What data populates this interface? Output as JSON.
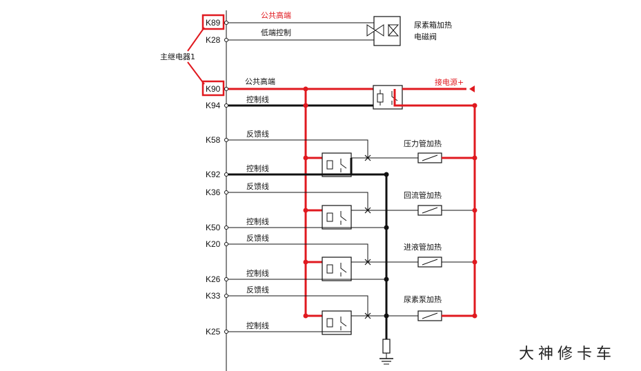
{
  "pins": {
    "k89": "K89",
    "k28": "K28",
    "k90": "K90",
    "k94": "K94",
    "k58": "K58",
    "k92": "K92",
    "k36": "K36",
    "k50": "K50",
    "k20": "K20",
    "k26": "K26",
    "k33": "K33",
    "k25": "K25"
  },
  "labels": {
    "main_relay": "主继电器1",
    "common_high_top": "公共高端",
    "low_side_control": "低端控制",
    "urea_tank_valve_1": "尿素箱加热",
    "urea_tank_valve_2": "电磁阀",
    "common_high": "公共高端",
    "battery_plus": "接电源+",
    "control_line_1": "控制线",
    "feedback_line_1": "反馈线",
    "control_line_2": "控制线",
    "feedback_line_2": "反馈线",
    "control_line_3": "控制线",
    "feedback_line_3": "反馈线",
    "control_line_4": "控制线",
    "feedback_line_4": "反馈线",
    "control_line_5": "控制线",
    "pressure_pipe_heater": "压力管加热",
    "return_pipe_heater": "回流管加热",
    "inlet_pipe_heater": "进液管加热",
    "urea_pump_heater": "尿素泵加热"
  },
  "watermark": "大神修卡车",
  "colors": {
    "power_wire": "#e0191f",
    "control_wire": "#111111",
    "highlight_box": "#e0191f"
  }
}
